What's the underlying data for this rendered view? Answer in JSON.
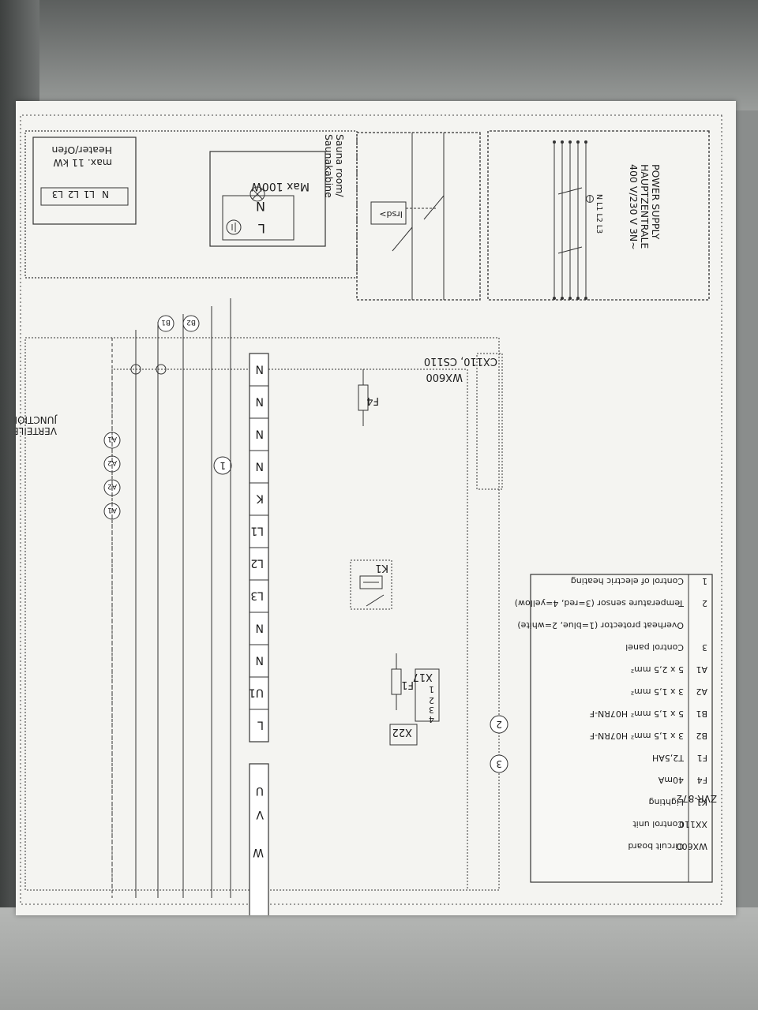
{
  "power_supply": {
    "line1": "POWER SUPPLY",
    "line2": "HAUPTZENTRALE",
    "line3": "400 V/230 V 3N~",
    "terminals": "N L1 L2 L3"
  },
  "sauna": {
    "line1": "Sauna room/",
    "line2": "Saunakabine",
    "lamp_max": "Max 100W",
    "terminal_n": "N",
    "terminal_l": "L"
  },
  "heater": {
    "terminals": [
      "N",
      "L1",
      "L2",
      "L3"
    ],
    "line1": "Heater/Ofen",
    "line2": "max. 11 kW"
  },
  "sensors": {
    "b1": "B1",
    "b2": "B2"
  },
  "junction": {
    "line1": "JUNCTION BOX",
    "line2": "VERTEILERDOSE"
  },
  "cables": [
    "A1",
    "A2",
    "A2",
    "A1"
  ],
  "controller": {
    "model": "CX110, CS110",
    "board": "WX600",
    "fuse_f4": "F4",
    "fuse_f1": "F1",
    "relay": "K1",
    "x17": "X17",
    "x17_pins": [
      "1",
      "2",
      "3",
      "4"
    ],
    "x22": "X22",
    "switch_label": "Irsd>",
    "marker_1": "1",
    "marker_2": "2",
    "marker_3": "3",
    "terminals": [
      "N",
      "N",
      "N",
      "N",
      "K",
      "L1",
      "L2",
      "L3",
      "N",
      "N",
      "U1",
      "L"
    ],
    "uvw": [
      "U",
      "V",
      "W"
    ]
  },
  "legend": [
    {
      "key": "1",
      "desc": "Control of electric heating"
    },
    {
      "key": "2",
      "desc": "Temperature sensor (3=red, 4=yellow)"
    },
    {
      "key": "",
      "desc": "Overheat protector (1=blue, 2=white)"
    },
    {
      "key": "3",
      "desc": "Control panel"
    },
    {
      "key": "A1",
      "desc": "5 x 2,5 mm²"
    },
    {
      "key": "A2",
      "desc": "3 x 1,5 mm²"
    },
    {
      "key": "B1",
      "desc": "5 x 1,5 mm² H07RN-F"
    },
    {
      "key": "B2",
      "desc": "3 x 1,5 mm² H07RN-F"
    },
    {
      "key": "F1",
      "desc": "T2,5AH"
    },
    {
      "key": "F4",
      "desc": "40mA"
    },
    {
      "key": "K1",
      "desc": "Lighting"
    },
    {
      "key": "XX110",
      "desc": "Control unit"
    },
    {
      "key": "WX600",
      "desc": "Circuit board"
    }
  ],
  "doc_code": "ZVR-872"
}
